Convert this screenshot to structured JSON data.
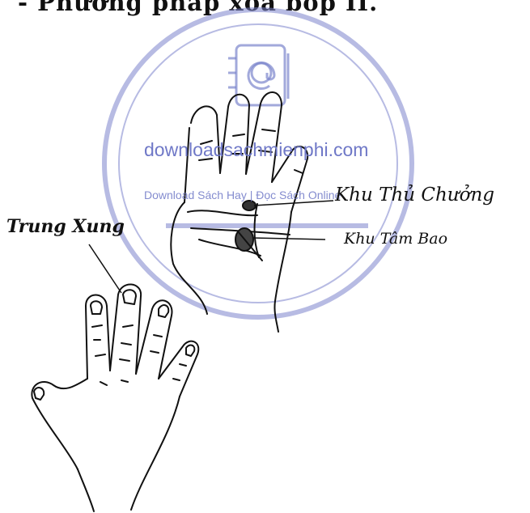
{
  "heading": "- Phương pháp xoa bóp II.",
  "labels": {
    "khu_thu_chuong": "Khu Thủ Chưởng",
    "khu_tam_bao": "Khu Tâm Bao",
    "trung_xung": "Trung Xung"
  },
  "watermark": {
    "domain": "downloadsachmienphi.com",
    "tagline": "Download Sách Hay | Đọc Sách Online",
    "icon": "address-book-icon",
    "color": "#6f78c7"
  }
}
